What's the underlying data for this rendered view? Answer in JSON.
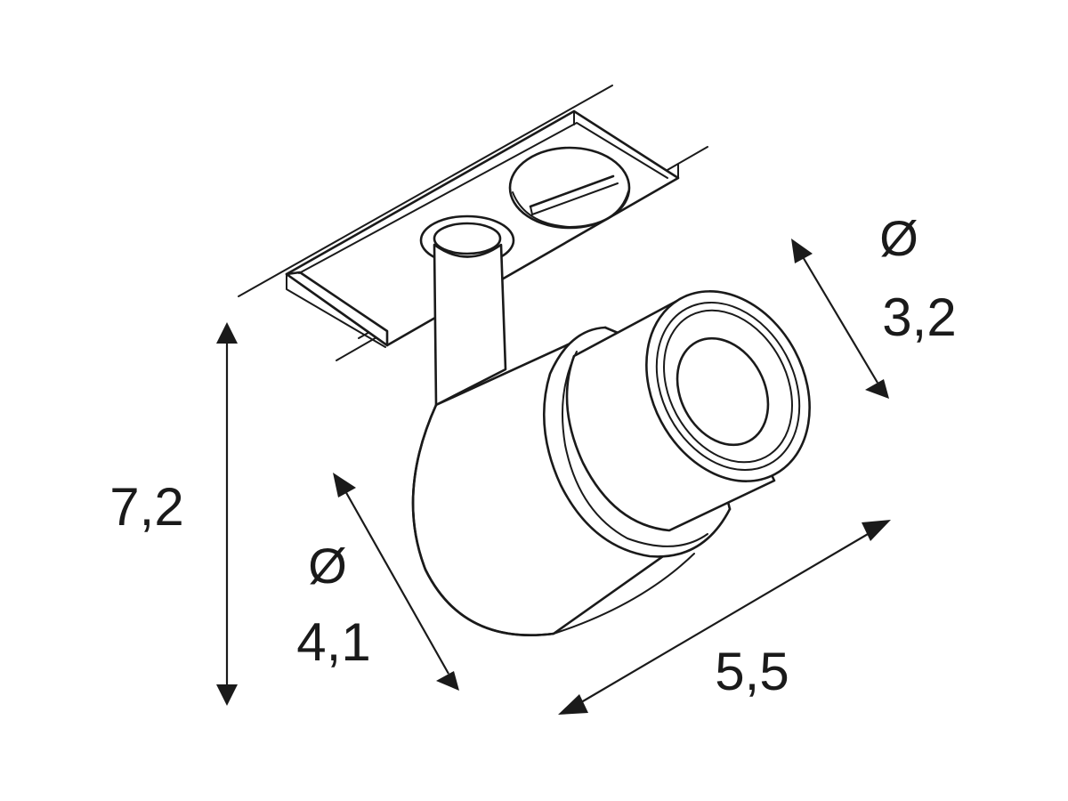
{
  "dimensions": {
    "height": {
      "label": "7,2"
    },
    "length": {
      "label": "5,5"
    },
    "housing_diameter": {
      "symbol": "Ø",
      "label": "4,1"
    },
    "lens_diameter": {
      "symbol": "Ø",
      "label": "3,2"
    }
  },
  "colors": {
    "line": "#1a1a1a",
    "background": "#ffffff"
  }
}
